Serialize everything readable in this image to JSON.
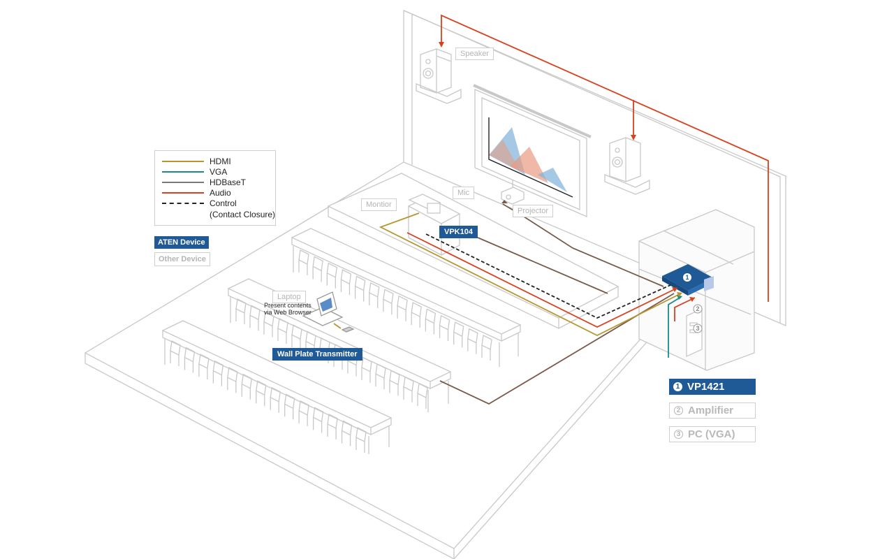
{
  "legend": {
    "items": [
      {
        "label": "HDMI",
        "color": "#b8962e",
        "style": "solid"
      },
      {
        "label": "VGA",
        "color": "#1a8a8a",
        "style": "solid"
      },
      {
        "label": "HDBaseT",
        "color": "#7a7a7a",
        "style": "solid"
      },
      {
        "label": "Audio",
        "color": "#d9411e",
        "style": "solid"
      },
      {
        "label": "Control",
        "color": "#222222",
        "style": "dashed"
      }
    ],
    "control_note": "(Contact Closure)"
  },
  "device_key": {
    "aten": "ATEN Device",
    "other": "Other Device"
  },
  "labels": {
    "speaker": "Speaker",
    "mic": "Mic",
    "montior": "Montior",
    "projector": "Projector",
    "laptop": "Laptop",
    "vpk104": "VPK104",
    "wall_plate": "Wall Plate Transmitter",
    "laptop_caption_1": "Present contents",
    "laptop_caption_2": "via Web Browser"
  },
  "rack_markers": [
    "1",
    "2",
    "3"
  ],
  "devices": [
    {
      "num": "1",
      "name": "VP1421",
      "kind": "aten"
    },
    {
      "num": "2",
      "name": "Amplifier",
      "kind": "other"
    },
    {
      "num": "3",
      "name": "PC (VGA)",
      "kind": "other"
    }
  ],
  "colors": {
    "aten_blue": "#1f5a96",
    "outline": "#c8c8c8"
  }
}
